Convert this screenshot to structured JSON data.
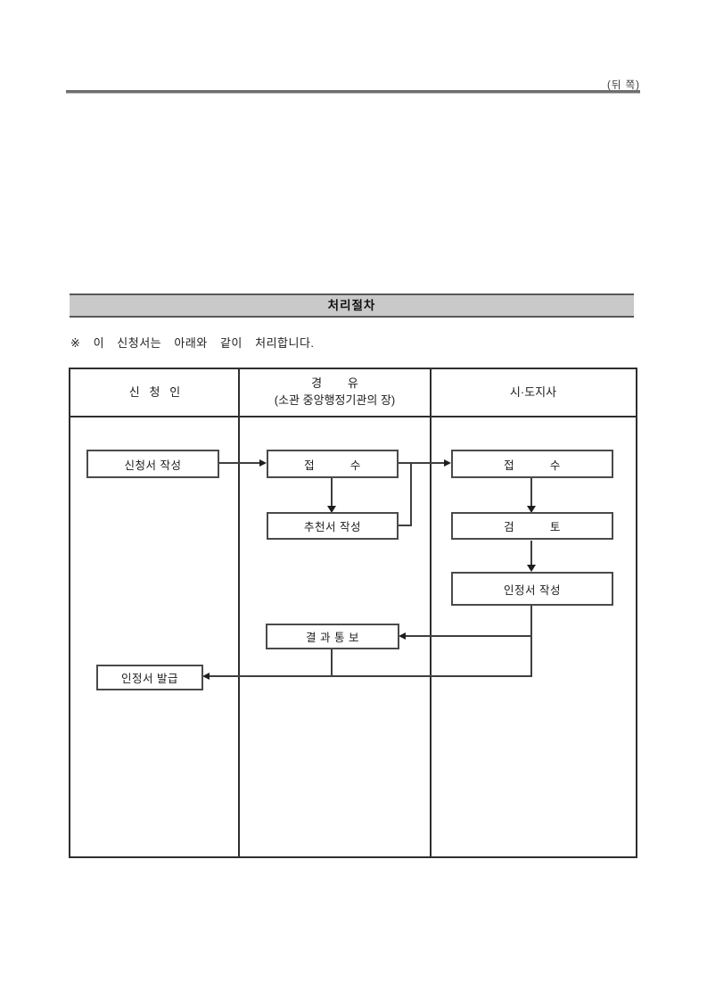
{
  "page": {
    "side_label": "(뒤 쪽)"
  },
  "section": {
    "title": "처리절차",
    "note": "※  이  신청서는  아래와  같이  처리합니다."
  },
  "table": {
    "headers": {
      "applicant": "신   청   인",
      "via_line1": "경        유",
      "via_line2": "(소관 중앙행정기관의 장)",
      "governor": "시·도지사"
    }
  },
  "flowchart": {
    "nodes": {
      "write_application": "신청서 작성",
      "receipt_via": "접          수",
      "write_recommendation": "추천서 작성",
      "receipt_governor": "접          수",
      "review": "검          토",
      "write_certificate": "인정서 작성",
      "notify_result": "결 과 통 보",
      "issue_certificate": "인정서 발급"
    }
  },
  "colors": {
    "banner_bg": "#c9c9c9",
    "banner_border": "#585858",
    "table_border": "#2e2e2e",
    "node_border": "#4a4a4a",
    "connector": "#3f3f3f",
    "top_rule": "#6e6e6e"
  }
}
